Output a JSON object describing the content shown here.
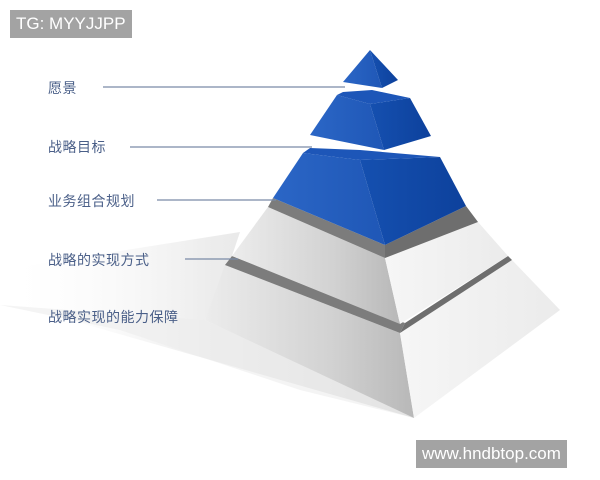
{
  "watermarks": {
    "top_left": "TG: MYYJJPP",
    "bottom_right": "www.hndbtop.com"
  },
  "pyramid": {
    "colors": {
      "blue_left": "#2a63c2",
      "blue_right": "#0f47a8",
      "blue_top": "#1d56b8",
      "grey_ledge": "#7c7c7c",
      "grey_left": "#d8d8d8",
      "grey_right": "#f2f2f2",
      "label_text": "#4a5f88",
      "leader_line": "#7a8aa6"
    },
    "levels": [
      {
        "label": "愿景",
        "color": "blue"
      },
      {
        "label": "战略目标",
        "color": "blue"
      },
      {
        "label": "业务组合规划",
        "color": "blue"
      },
      {
        "label": "战略的实现方式",
        "color": "grey"
      },
      {
        "label": "战略实现的能力保障",
        "color": "grey"
      }
    ]
  }
}
